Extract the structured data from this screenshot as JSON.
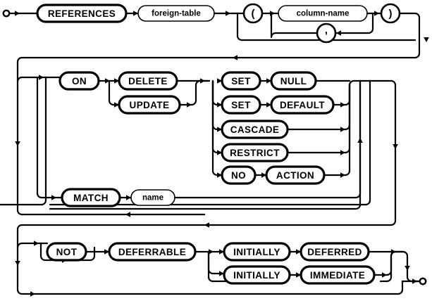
{
  "diagram": {
    "type": "railroad-syntax-diagram",
    "name": "column-constraint-references",
    "background_color": "#ffffff",
    "stroke_color": "#000000",
    "start_marker": "circle-start",
    "end_marker": "circle-end",
    "nodes": {
      "references": {
        "label": "REFERENCES",
        "kind": "terminal"
      },
      "foreign_table": {
        "label": "foreign-table",
        "kind": "nonterminal"
      },
      "lparen": {
        "label": "(",
        "kind": "punctuation"
      },
      "column_name": {
        "label": "column-name",
        "kind": "nonterminal"
      },
      "comma": {
        "label": ",",
        "kind": "punctuation"
      },
      "rparen": {
        "label": ")",
        "kind": "punctuation"
      },
      "on": {
        "label": "ON",
        "kind": "terminal"
      },
      "delete": {
        "label": "DELETE",
        "kind": "terminal"
      },
      "update": {
        "label": "UPDATE",
        "kind": "terminal"
      },
      "set1": {
        "label": "SET",
        "kind": "terminal"
      },
      "null": {
        "label": "NULL",
        "kind": "terminal"
      },
      "set2": {
        "label": "SET",
        "kind": "terminal"
      },
      "default": {
        "label": "DEFAULT",
        "kind": "terminal"
      },
      "cascade": {
        "label": "CASCADE",
        "kind": "terminal"
      },
      "restrict": {
        "label": "RESTRICT",
        "kind": "terminal"
      },
      "no": {
        "label": "NO",
        "kind": "terminal"
      },
      "action": {
        "label": "ACTION",
        "kind": "terminal"
      },
      "match": {
        "label": "MATCH",
        "kind": "terminal"
      },
      "name": {
        "label": "name",
        "kind": "nonterminal"
      },
      "not": {
        "label": "NOT",
        "kind": "terminal"
      },
      "deferrable": {
        "label": "DEFERRABLE",
        "kind": "terminal"
      },
      "initially1": {
        "label": "INITIALLY",
        "kind": "terminal"
      },
      "deferred": {
        "label": "DEFERRED",
        "kind": "terminal"
      },
      "initially2": {
        "label": "INITIALLY",
        "kind": "terminal"
      },
      "immediate": {
        "label": "IMMEDIATE",
        "kind": "terminal"
      }
    }
  }
}
